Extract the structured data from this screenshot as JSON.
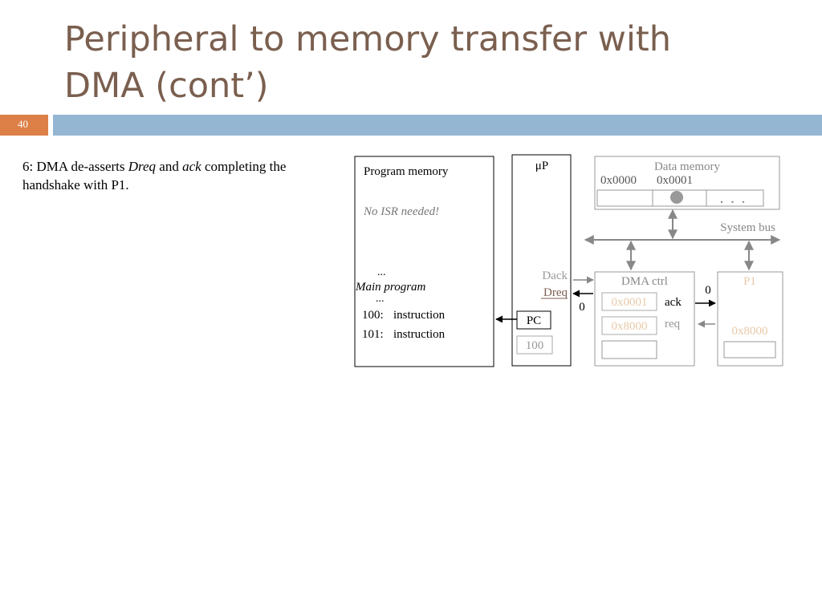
{
  "slide": {
    "title_line1": "Peripheral to memory transfer with",
    "title_line2": "DMA (cont’)",
    "number": "40",
    "body_before_dreq": "6: DMA de-asserts ",
    "body_dreq": "Dreq",
    "body_and": " and ",
    "body_ack": "ack",
    "body_after": " completing the handshake with P1."
  },
  "diagram": {
    "program_memory": {
      "title": "Program memory",
      "isr_note": "No ISR needed!",
      "dots_top": "...",
      "main_label": "Main program",
      "dots_bottom": "...",
      "line1_addr": "100:",
      "line1_text": "instruction",
      "line2_addr": "101:",
      "line2_text": "instruction"
    },
    "cpu": {
      "label": "μP",
      "pc_label": "PC",
      "pc_value": "100"
    },
    "data_memory": {
      "title": "Data memory",
      "addr0": "0x0000",
      "addr1": "0x0001",
      "ellipsis": ". . ."
    },
    "bus_label": "System bus",
    "signals": {
      "dack": "Dack",
      "dreq": "Dreq",
      "dreq_value": "0",
      "ack": "ack",
      "ack_value": "0",
      "req": "req"
    },
    "dma": {
      "title": "DMA ctrl",
      "reg1": "0x0001",
      "reg2": "0x8000"
    },
    "p1": {
      "title": "P1",
      "reg": "0x8000"
    },
    "colors": {
      "title": "#7a5f4f",
      "number_box": "#dd8047",
      "band": "#94b6d2",
      "faded_orange": "#e8c9a8",
      "gray": "#888888"
    }
  }
}
